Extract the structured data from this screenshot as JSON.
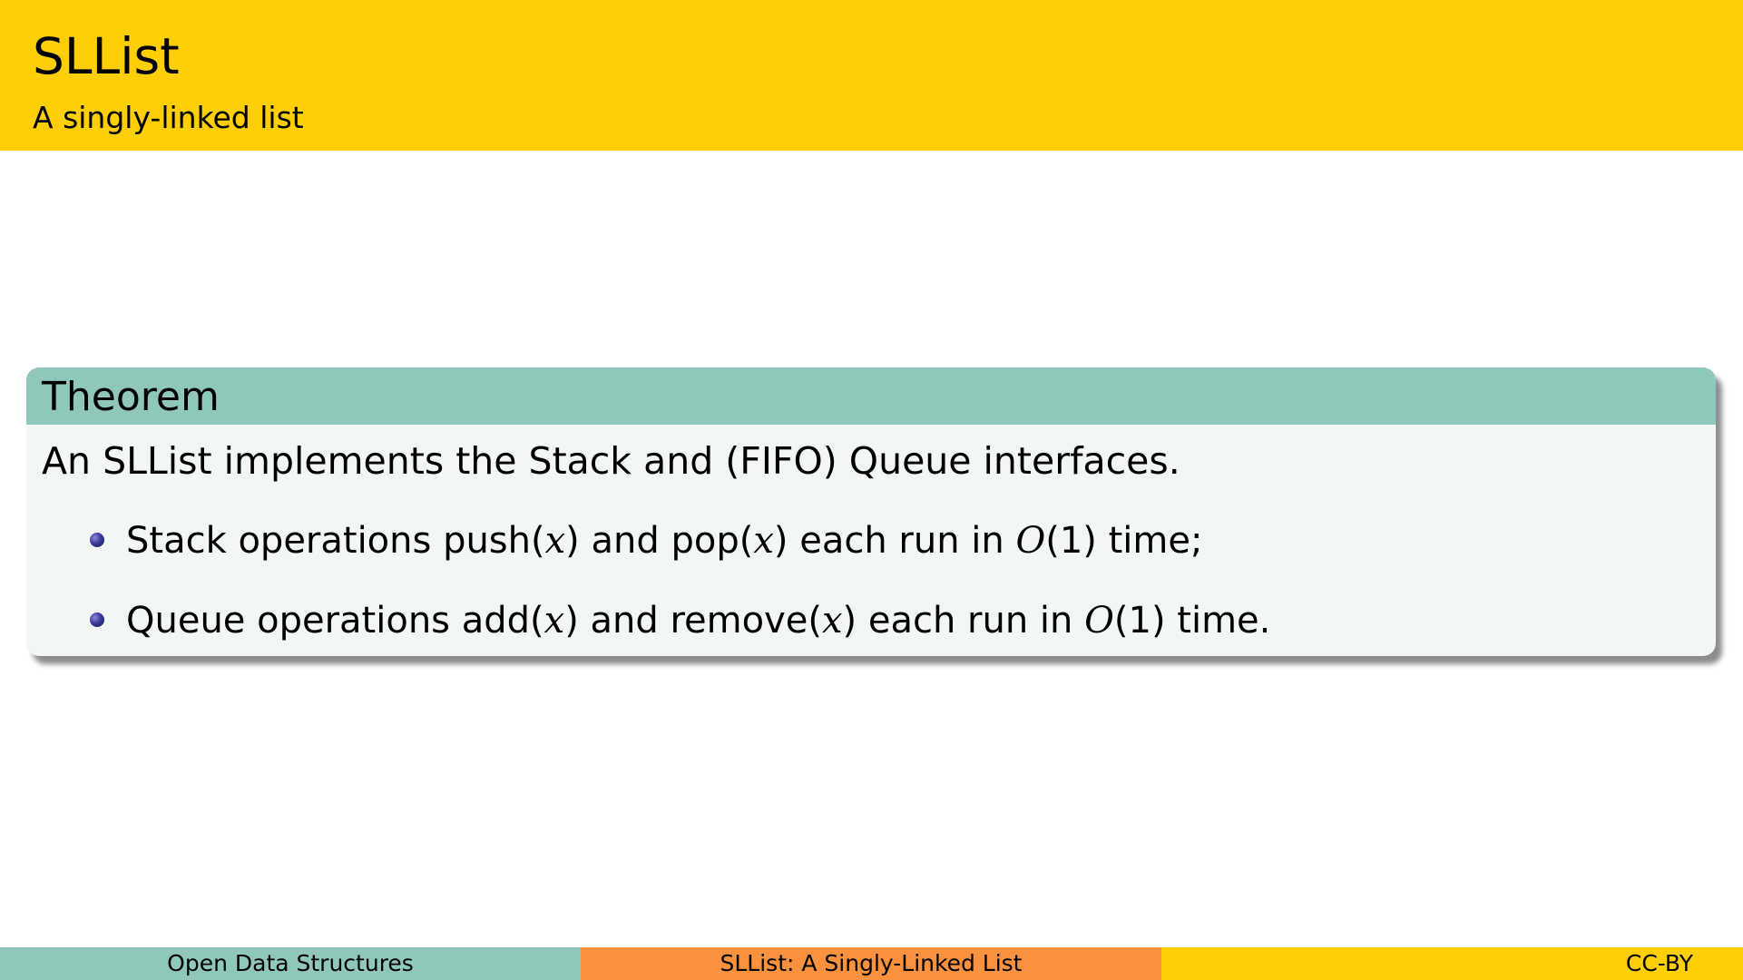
{
  "header": {
    "title": "SLList",
    "subtitle": "A singly-linked list",
    "background_color": "#FECE07"
  },
  "theorem": {
    "heading": "Theorem",
    "statement": "An SLList implements the Stack and (FIFO) Queue interfaces.",
    "header_color": "#8FC7BA",
    "body_color": "#F2F6F5",
    "bullets": [
      {
        "text_1": "Stack operations push(",
        "math_1": "x",
        "text_2": ") and pop(",
        "math_2": "x",
        "text_3": ") each run in ",
        "math_3": "O",
        "text_4": "(1) time;"
      },
      {
        "text_1": "Queue operations add(",
        "math_1": "x",
        "text_2": ") and remove(",
        "math_2": "x",
        "text_3": ") each run in ",
        "math_3": "O",
        "text_4": "(1) time."
      }
    ]
  },
  "footer": {
    "left": "Open Data Structures",
    "center": "SLList: A Singly-Linked List",
    "right": "CC-BY",
    "left_color": "#8FC7BA",
    "center_color": "#F9913F",
    "right_color": "#FECE07"
  }
}
